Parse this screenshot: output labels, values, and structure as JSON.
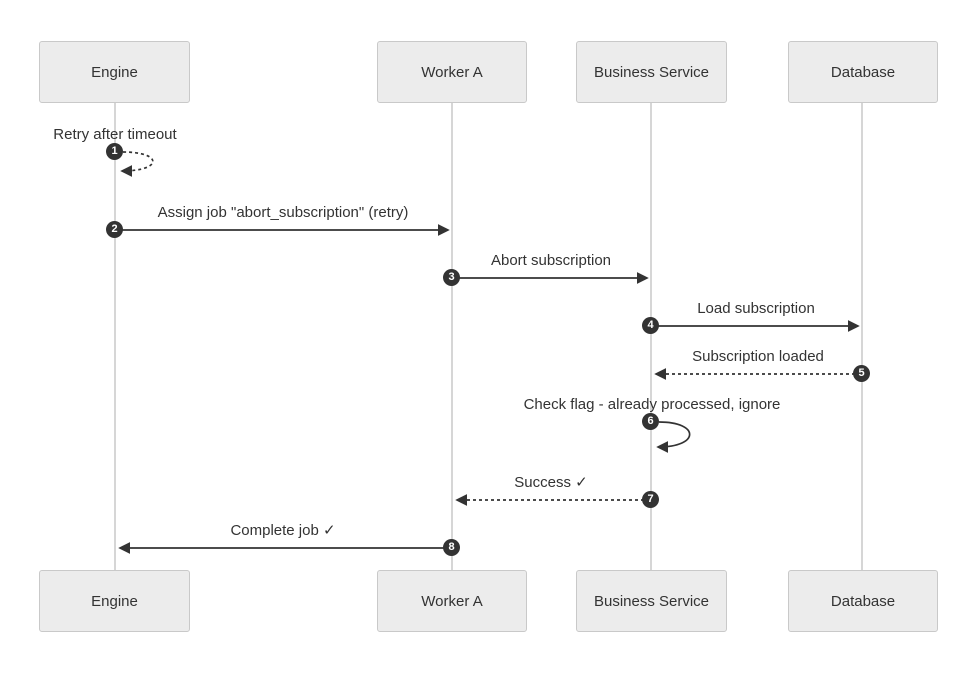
{
  "diagram": {
    "type": "sequence-diagram",
    "participants": [
      {
        "name": "Engine"
      },
      {
        "name": "Worker A"
      },
      {
        "name": "Business Service"
      },
      {
        "name": "Database"
      }
    ],
    "messages": [
      {
        "num": "1",
        "text": "Retry after timeout",
        "from": "Engine",
        "to": "Engine",
        "line": "dashed",
        "kind": "self-loop"
      },
      {
        "num": "2",
        "text": "Assign job \"abort_subscription\" (retry)",
        "from": "Engine",
        "to": "Worker A",
        "line": "solid",
        "kind": "arrow"
      },
      {
        "num": "3",
        "text": "Abort subscription",
        "from": "Worker A",
        "to": "Business Service",
        "line": "solid",
        "kind": "arrow"
      },
      {
        "num": "4",
        "text": "Load subscription",
        "from": "Business Service",
        "to": "Database",
        "line": "solid",
        "kind": "arrow"
      },
      {
        "num": "5",
        "text": "Subscription loaded",
        "from": "Database",
        "to": "Business Service",
        "line": "dashed",
        "kind": "arrow"
      },
      {
        "num": "6",
        "text": "Check flag - already processed, ignore",
        "from": "Business Service",
        "to": "Business Service",
        "line": "solid",
        "kind": "self-loop"
      },
      {
        "num": "7",
        "text": "Success ✓",
        "from": "Business Service",
        "to": "Worker A",
        "line": "dashed",
        "kind": "arrow"
      },
      {
        "num": "8",
        "text": "Complete job ✓",
        "from": "Worker A",
        "to": "Engine",
        "line": "solid",
        "kind": "arrow"
      }
    ],
    "colors": {
      "background": "#ffffff",
      "actor_fill": "#ececec",
      "actor_border": "#c9c9c9",
      "text": "#333333",
      "lifeline": "#c9c9c9",
      "arrow": "#333333",
      "badge_fill": "#333333",
      "badge_text": "#ffffff"
    }
  }
}
